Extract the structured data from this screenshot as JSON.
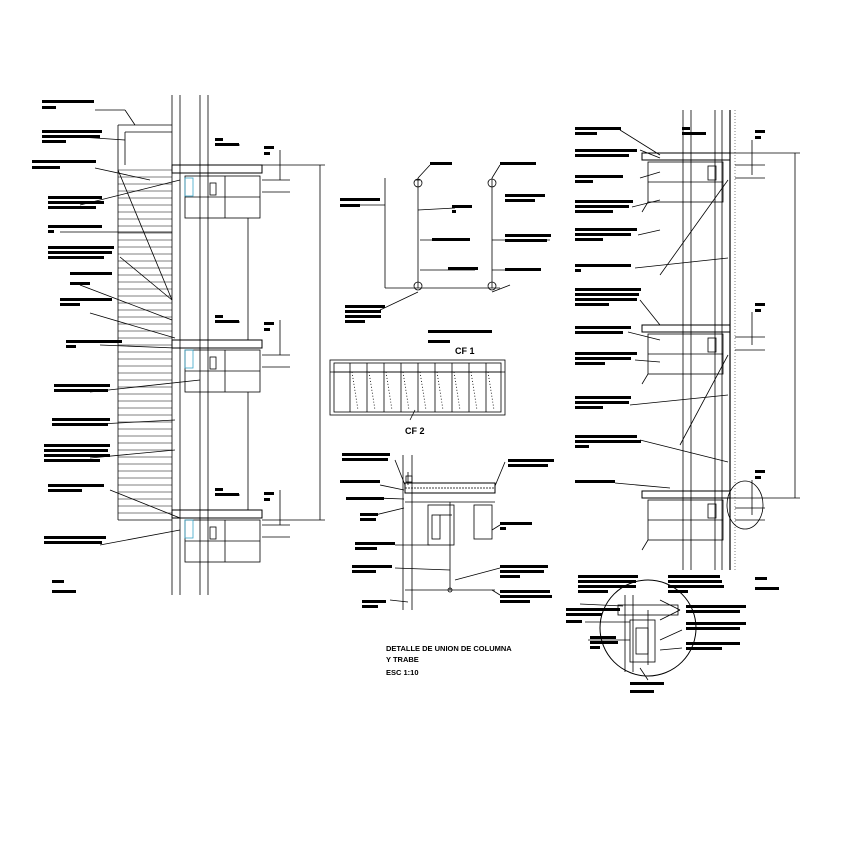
{
  "labels": {
    "cf1": "CF 1",
    "cf2": "CF 2",
    "detail_line1": "DETALLE DE UNION DE COLUMNA",
    "detail_line2": "Y TRABE",
    "detail_scale": "ESC 1:10"
  },
  "colors": {
    "line": "#000000",
    "background": "#ffffff"
  }
}
